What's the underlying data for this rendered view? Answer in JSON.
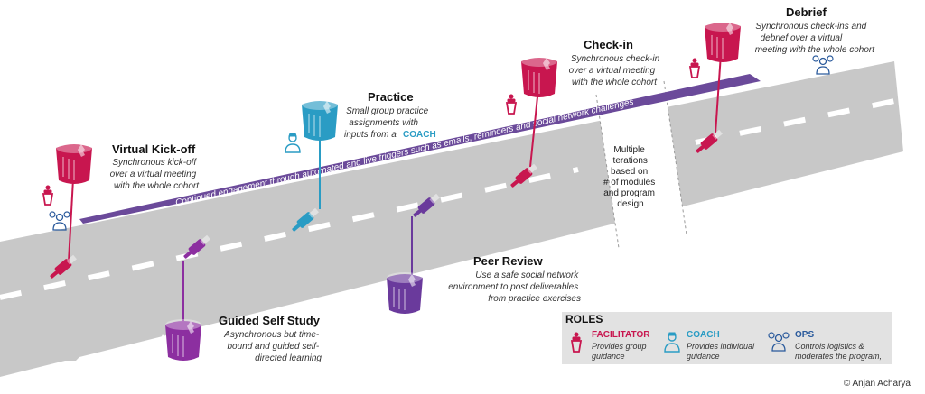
{
  "colors": {
    "facilitator": "#c8164f",
    "coach": "#2a9cc4",
    "ops": "#7d3a97",
    "road": "#c8c8c8",
    "lane_marks": "#ffffff",
    "engagement_band": "#6b4a9a"
  },
  "engagement_text": "Continued engagement through automated and live triggers such as emails, reminders and social network challenges",
  "iterations_note": [
    "Multiple",
    "iterations",
    "based on",
    "# of modules",
    "and program",
    "design"
  ],
  "stages": {
    "kickoff": {
      "title": "Virtual Kick-off",
      "desc": [
        "Synchronous kick-off",
        "over a virtual meeting",
        "with the whole cohort"
      ],
      "icon": "paint-bucket-icon",
      "roles": [
        "facilitator",
        "ops"
      ]
    },
    "self_study": {
      "title": "Guided Self Study",
      "desc": [
        "Asynchronous but time-",
        "bound and guided self-",
        "directed learning"
      ],
      "icon": "paint-bucket-icon"
    },
    "practice": {
      "title": "Practice",
      "desc": [
        "Small group practice",
        "assignments with",
        "inputs from a"
      ],
      "coach_word": "COACH",
      "icon": "paint-bucket-icon",
      "roles": [
        "coach"
      ]
    },
    "peer_review": {
      "title": "Peer Review",
      "desc": [
        "Use a safe social network",
        "environment to post deliverables",
        "from practice exercises"
      ],
      "icon": "paint-bucket-icon"
    },
    "checkin": {
      "title": "Check-in",
      "desc": [
        "Synchronous check-in",
        "over a virtual meeting",
        "with the whole cohort"
      ],
      "icon": "paint-bucket-icon",
      "roles": [
        "facilitator"
      ]
    },
    "debrief": {
      "title": "Debrief",
      "desc": [
        "Synchronous check-ins and",
        "debrief over a virtual",
        "meeting with the whole cohort"
      ],
      "icon": "paint-bucket-icon",
      "roles": [
        "facilitator",
        "ops"
      ]
    }
  },
  "roles_legend": {
    "title": "ROLES",
    "items": [
      {
        "name": "FACILITATOR",
        "desc": [
          "Provides group",
          "guidance"
        ],
        "icon": "facilitator-podium-icon",
        "color": "#c8164f"
      },
      {
        "name": "COACH",
        "desc": [
          "Provides individual",
          "guidance"
        ],
        "icon": "coach-person-icon",
        "color": "#2a9cc4"
      },
      {
        "name": "OPS",
        "desc": [
          "Controls logistics &",
          "moderates the program,"
        ],
        "icon": "ops-gear-person-icon",
        "color": "#2a5a9c"
      }
    ]
  },
  "credit": "© Anjan Acharya"
}
